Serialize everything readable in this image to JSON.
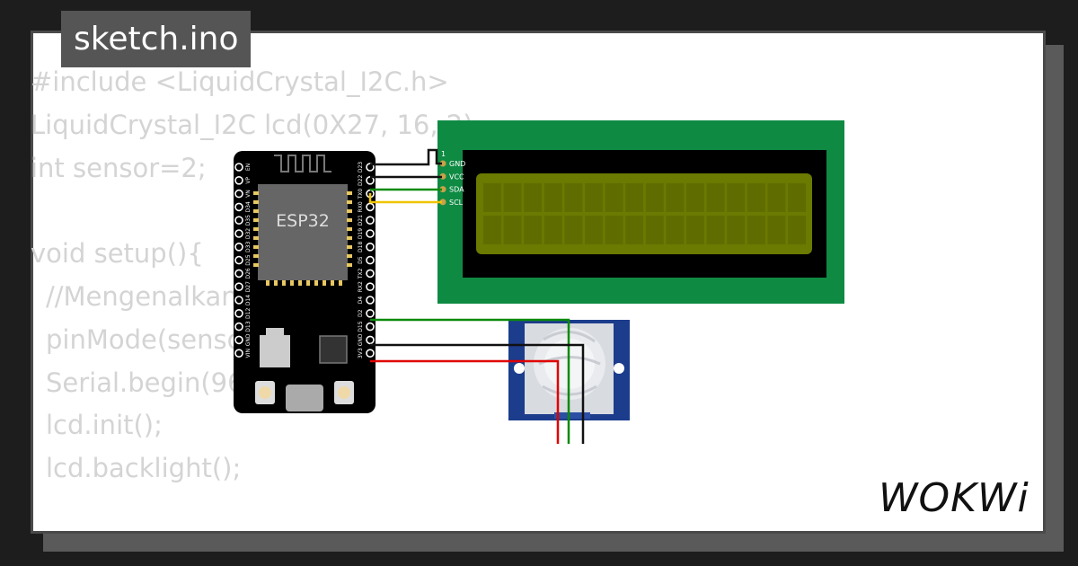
{
  "header": {
    "filename": "sketch.ino"
  },
  "code": {
    "lines": [
      "#include <LiquidCrystal_I2C.h>",
      "LiquidCrystal_I2C lcd(0X27, 16, 2);",
      "int sensor=2;",
      "",
      "void setup(){",
      "  //Mengenalkan",
      "  pinMode(sensor, INPUT);",
      "  Serial.begin(9600);",
      "  lcd.init();",
      "  lcd.backlight();"
    ]
  },
  "esp32": {
    "label": "ESP32",
    "left_pins": [
      "EN",
      "VP",
      "VN",
      "D34",
      "D35",
      "D32",
      "D33",
      "D25",
      "D26",
      "D27",
      "D14",
      "D12",
      "D13",
      "GND",
      "VIN"
    ],
    "right_pins": [
      "D23",
      "D22",
      "TX0",
      "RX0",
      "D21",
      "D19",
      "D18",
      "D5",
      "TX2",
      "RX2",
      "D4",
      "D2",
      "D15",
      "GND",
      "3V3"
    ]
  },
  "lcd": {
    "pin_index": "1",
    "pins": [
      "GND",
      "VCC",
      "SDA",
      "SCL"
    ],
    "colors": {
      "board": "#0e8a43",
      "screen": "#6b7a00"
    }
  },
  "pir": {
    "colors": {
      "board": "#1c3c8c"
    }
  },
  "wires": {
    "colors": {
      "green": "#0a8a0a",
      "black": "#111111",
      "red": "#e00000",
      "yellow": "#f0c400"
    }
  },
  "logo": {
    "text": "WOKWi"
  }
}
